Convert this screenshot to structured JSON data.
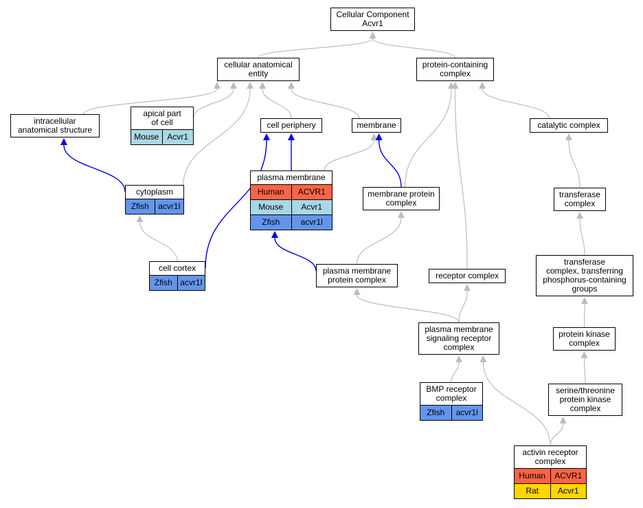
{
  "colors": {
    "Human": "#fa6446",
    "Mouse": "#aad7e6",
    "Zfish": "#6495eb",
    "Rat": "#ffd700",
    "edge_isa": "#bdbdbd",
    "edge_partof": "#0000ee"
  },
  "nodes": {
    "cellular_component": {
      "lines": [
        "Cellular Component",
        "Acvr1"
      ],
      "rows": []
    },
    "cellular_anatomical_entity": {
      "lines": [
        "cellular anatomical",
        "entity"
      ],
      "rows": []
    },
    "protein_containing_complex": {
      "lines": [
        "protein-containing",
        "complex"
      ],
      "rows": []
    },
    "intracellular_anatomical_structure": {
      "lines": [
        "intracellular",
        "anatomical structure"
      ],
      "rows": []
    },
    "apical_part_of_cell": {
      "lines": [
        "apical part",
        "of cell"
      ],
      "rows": [
        {
          "species": "Mouse",
          "gene": "Acvr1"
        }
      ]
    },
    "cell_periphery": {
      "lines": [
        "cell periphery"
      ],
      "rows": []
    },
    "membrane": {
      "lines": [
        "membrane"
      ],
      "rows": []
    },
    "catalytic_complex": {
      "lines": [
        "catalytic complex"
      ],
      "rows": []
    },
    "cytoplasm": {
      "lines": [
        "cytoplasm"
      ],
      "rows": [
        {
          "species": "Zfish",
          "gene": "acvr1l"
        }
      ]
    },
    "plasma_membrane": {
      "lines": [
        "plasma membrane"
      ],
      "rows": [
        {
          "species": "Human",
          "gene": "ACVR1"
        },
        {
          "species": "Mouse",
          "gene": "Acvr1"
        },
        {
          "species": "Zfish",
          "gene": "acvr1l"
        }
      ]
    },
    "membrane_protein_complex": {
      "lines": [
        "membrane protein",
        "complex"
      ],
      "rows": []
    },
    "transferase_complex": {
      "lines": [
        "transferase",
        "complex"
      ],
      "rows": []
    },
    "cell_cortex": {
      "lines": [
        "cell cortex"
      ],
      "rows": [
        {
          "species": "Zfish",
          "gene": "acvr1l"
        }
      ]
    },
    "plasma_membrane_protein_complex": {
      "lines": [
        "plasma membrane",
        "protein complex"
      ],
      "rows": []
    },
    "receptor_complex": {
      "lines": [
        "receptor complex"
      ],
      "rows": []
    },
    "transferase_complex_phospho": {
      "lines": [
        "transferase",
        "complex, transferring",
        "phosphorus-containing",
        "groups"
      ],
      "rows": []
    },
    "pm_signaling_receptor_complex": {
      "lines": [
        "plasma membrane",
        "signaling receptor",
        "complex"
      ],
      "rows": []
    },
    "protein_kinase_complex": {
      "lines": [
        "protein kinase",
        "complex"
      ],
      "rows": []
    },
    "bmp_receptor_complex": {
      "lines": [
        "BMP receptor",
        "complex"
      ],
      "rows": [
        {
          "species": "Zfish",
          "gene": "acvr1l"
        }
      ]
    },
    "ser_thr_protein_kinase_complex": {
      "lines": [
        "serine/threonine",
        "protein kinase",
        "complex"
      ],
      "rows": []
    },
    "activin_receptor_complex": {
      "lines": [
        "activin receptor",
        "complex"
      ],
      "rows": [
        {
          "species": "Human",
          "gene": "ACVR1"
        },
        {
          "species": "Rat",
          "gene": "Acvr1"
        }
      ]
    }
  },
  "edges": [
    {
      "from": "cellular_anatomical_entity",
      "to": "cellular_component",
      "type": "is_a"
    },
    {
      "from": "protein_containing_complex",
      "to": "cellular_component",
      "type": "is_a"
    },
    {
      "from": "intracellular_anatomical_structure",
      "to": "cellular_anatomical_entity",
      "type": "is_a"
    },
    {
      "from": "apical_part_of_cell",
      "to": "cellular_anatomical_entity",
      "type": "is_a"
    },
    {
      "from": "cell_periphery",
      "to": "cellular_anatomical_entity",
      "type": "is_a"
    },
    {
      "from": "membrane",
      "to": "cellular_anatomical_entity",
      "type": "is_a"
    },
    {
      "from": "cytoplasm",
      "to": "cellular_anatomical_entity",
      "type": "is_a"
    },
    {
      "from": "catalytic_complex",
      "to": "protein_containing_complex",
      "type": "is_a"
    },
    {
      "from": "membrane_protein_complex",
      "to": "protein_containing_complex",
      "type": "is_a"
    },
    {
      "from": "receptor_complex",
      "to": "protein_containing_complex",
      "type": "is_a"
    },
    {
      "from": "cytoplasm",
      "to": "intracellular_anatomical_structure",
      "type": "part_of"
    },
    {
      "from": "plasma_membrane",
      "to": "cell_periphery",
      "type": "part_of"
    },
    {
      "from": "cell_cortex",
      "to": "cell_periphery",
      "type": "part_of"
    },
    {
      "from": "plasma_membrane",
      "to": "membrane",
      "type": "is_a"
    },
    {
      "from": "membrane_protein_complex",
      "to": "membrane",
      "type": "part_of"
    },
    {
      "from": "cell_cortex",
      "to": "cytoplasm",
      "type": "is_a"
    },
    {
      "from": "plasma_membrane_protein_complex",
      "to": "plasma_membrane",
      "type": "part_of"
    },
    {
      "from": "plasma_membrane_protein_complex",
      "to": "membrane_protein_complex",
      "type": "is_a"
    },
    {
      "from": "transferase_complex",
      "to": "catalytic_complex",
      "type": "is_a"
    },
    {
      "from": "transferase_complex_phospho",
      "to": "transferase_complex",
      "type": "is_a"
    },
    {
      "from": "protein_kinase_complex",
      "to": "transferase_complex_phospho",
      "type": "is_a"
    },
    {
      "from": "ser_thr_protein_kinase_complex",
      "to": "protein_kinase_complex",
      "type": "is_a"
    },
    {
      "from": "pm_signaling_receptor_complex",
      "to": "plasma_membrane_protein_complex",
      "type": "is_a"
    },
    {
      "from": "pm_signaling_receptor_complex",
      "to": "receptor_complex",
      "type": "is_a"
    },
    {
      "from": "bmp_receptor_complex",
      "to": "pm_signaling_receptor_complex",
      "type": "is_a"
    },
    {
      "from": "activin_receptor_complex",
      "to": "pm_signaling_receptor_complex",
      "type": "is_a"
    },
    {
      "from": "activin_receptor_complex",
      "to": "ser_thr_protein_kinase_complex",
      "type": "is_a"
    }
  ]
}
